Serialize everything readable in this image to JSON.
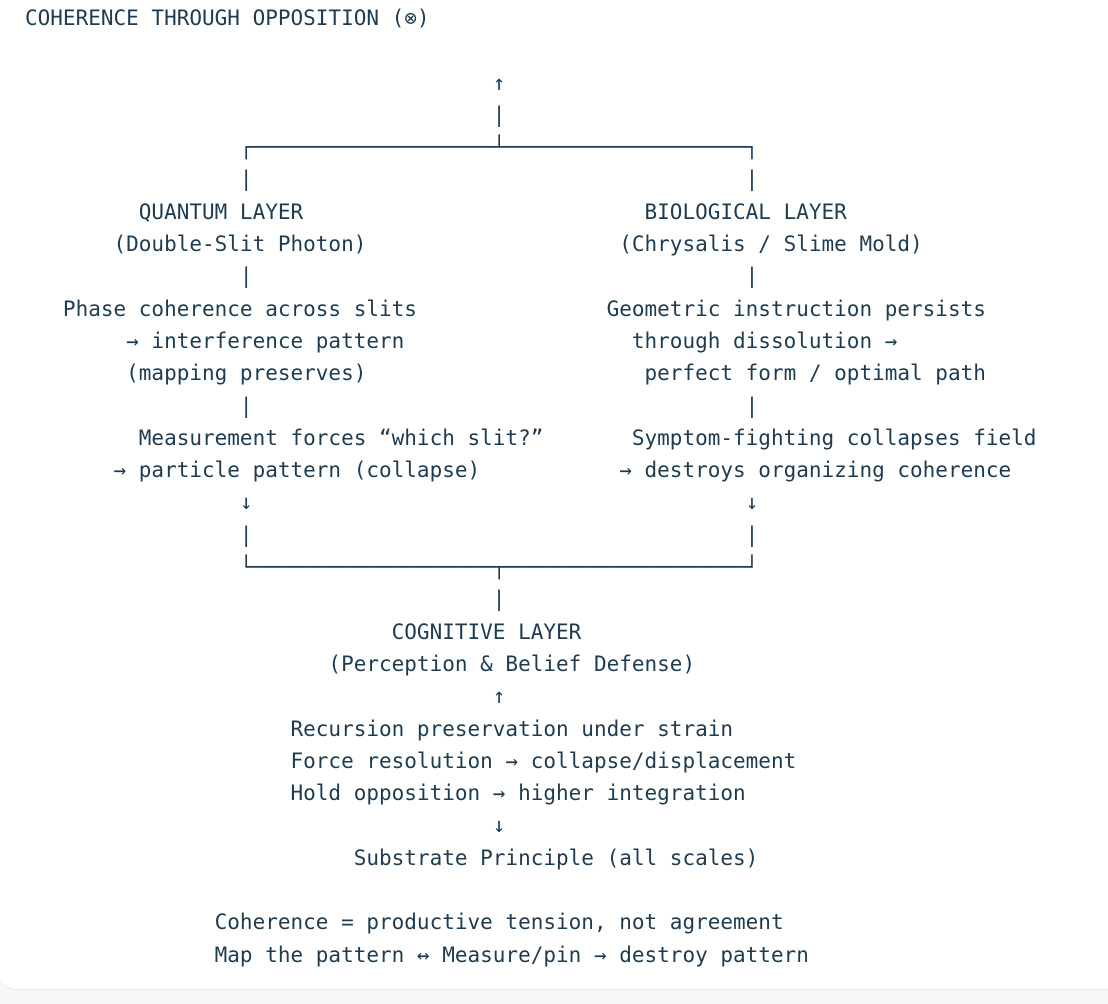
{
  "diagram": {
    "title": "COHERENCE THROUGH OPPOSITION (⊗)",
    "lines": [
      "COHERENCE THROUGH OPPOSITION (⊗)",
      "",
      "                                     ↑",
      "                                     |",
      "                 ┌───────────────────┴───────────────────┐",
      "                 |                                       |",
      "         QUANTUM LAYER                           BIOLOGICAL LAYER",
      "       (Double-Slit Photon)                    (Chrysalis / Slime Mold)",
      "                 |                                       |",
      "   Phase coherence across slits               Geometric instruction persists",
      "        → interference pattern                  through dissolution →",
      "        (mapping preserves)                      perfect form / optimal path",
      "                 |                                       |",
      "         Measurement forces “which slit?”       Symptom-fighting collapses field",
      "       → particle pattern (collapse)           → destroys organizing coherence",
      "                 ↓                                       ↓",
      "                 |                                       |",
      "                 └───────────────────┬───────────────────┘",
      "                                     |",
      "                             COGNITIVE LAYER",
      "                        (Perception & Belief Defense)",
      "                                     ↑",
      "                     Recursion preservation under strain",
      "                     Force resolution → collapse/displacement",
      "                     Hold opposition → higher integration",
      "                                     ↓",
      "                          Substrate Principle (all scales)",
      "",
      "               Coherence = productive tension, not agreement",
      "               Map the pattern ↔ Measure/pin → destroy pattern"
    ],
    "semantics": {
      "layers": [
        {
          "name": "QUANTUM LAYER",
          "subtitle": "(Double-Slit Photon)",
          "points": [
            "Phase coherence across slits",
            "→ interference pattern",
            "(mapping preserves)",
            "Measurement forces “which slit?”",
            "→ particle pattern (collapse)"
          ]
        },
        {
          "name": "BIOLOGICAL LAYER",
          "subtitle": "(Chrysalis / Slime Mold)",
          "points": [
            "Geometric instruction persists",
            "through dissolution →",
            "perfect form / optimal path",
            "Symptom-fighting collapses field",
            "→ destroys organizing coherence"
          ]
        },
        {
          "name": "COGNITIVE LAYER",
          "subtitle": "(Perception & Belief Defense)",
          "points": [
            "Recursion preservation under strain",
            "Force resolution → collapse/displacement",
            "Hold opposition → higher integration",
            "Substrate Principle (all scales)"
          ]
        }
      ],
      "footer": [
        "Coherence = productive tension, not agreement",
        "Map the pattern ↔ Measure/pin → destroy pattern"
      ]
    }
  },
  "colors": {
    "text": "#1f3b50",
    "card_background": "#ffffff",
    "page_background": "#f6f7f8",
    "card_edge": "#e9eaec"
  }
}
